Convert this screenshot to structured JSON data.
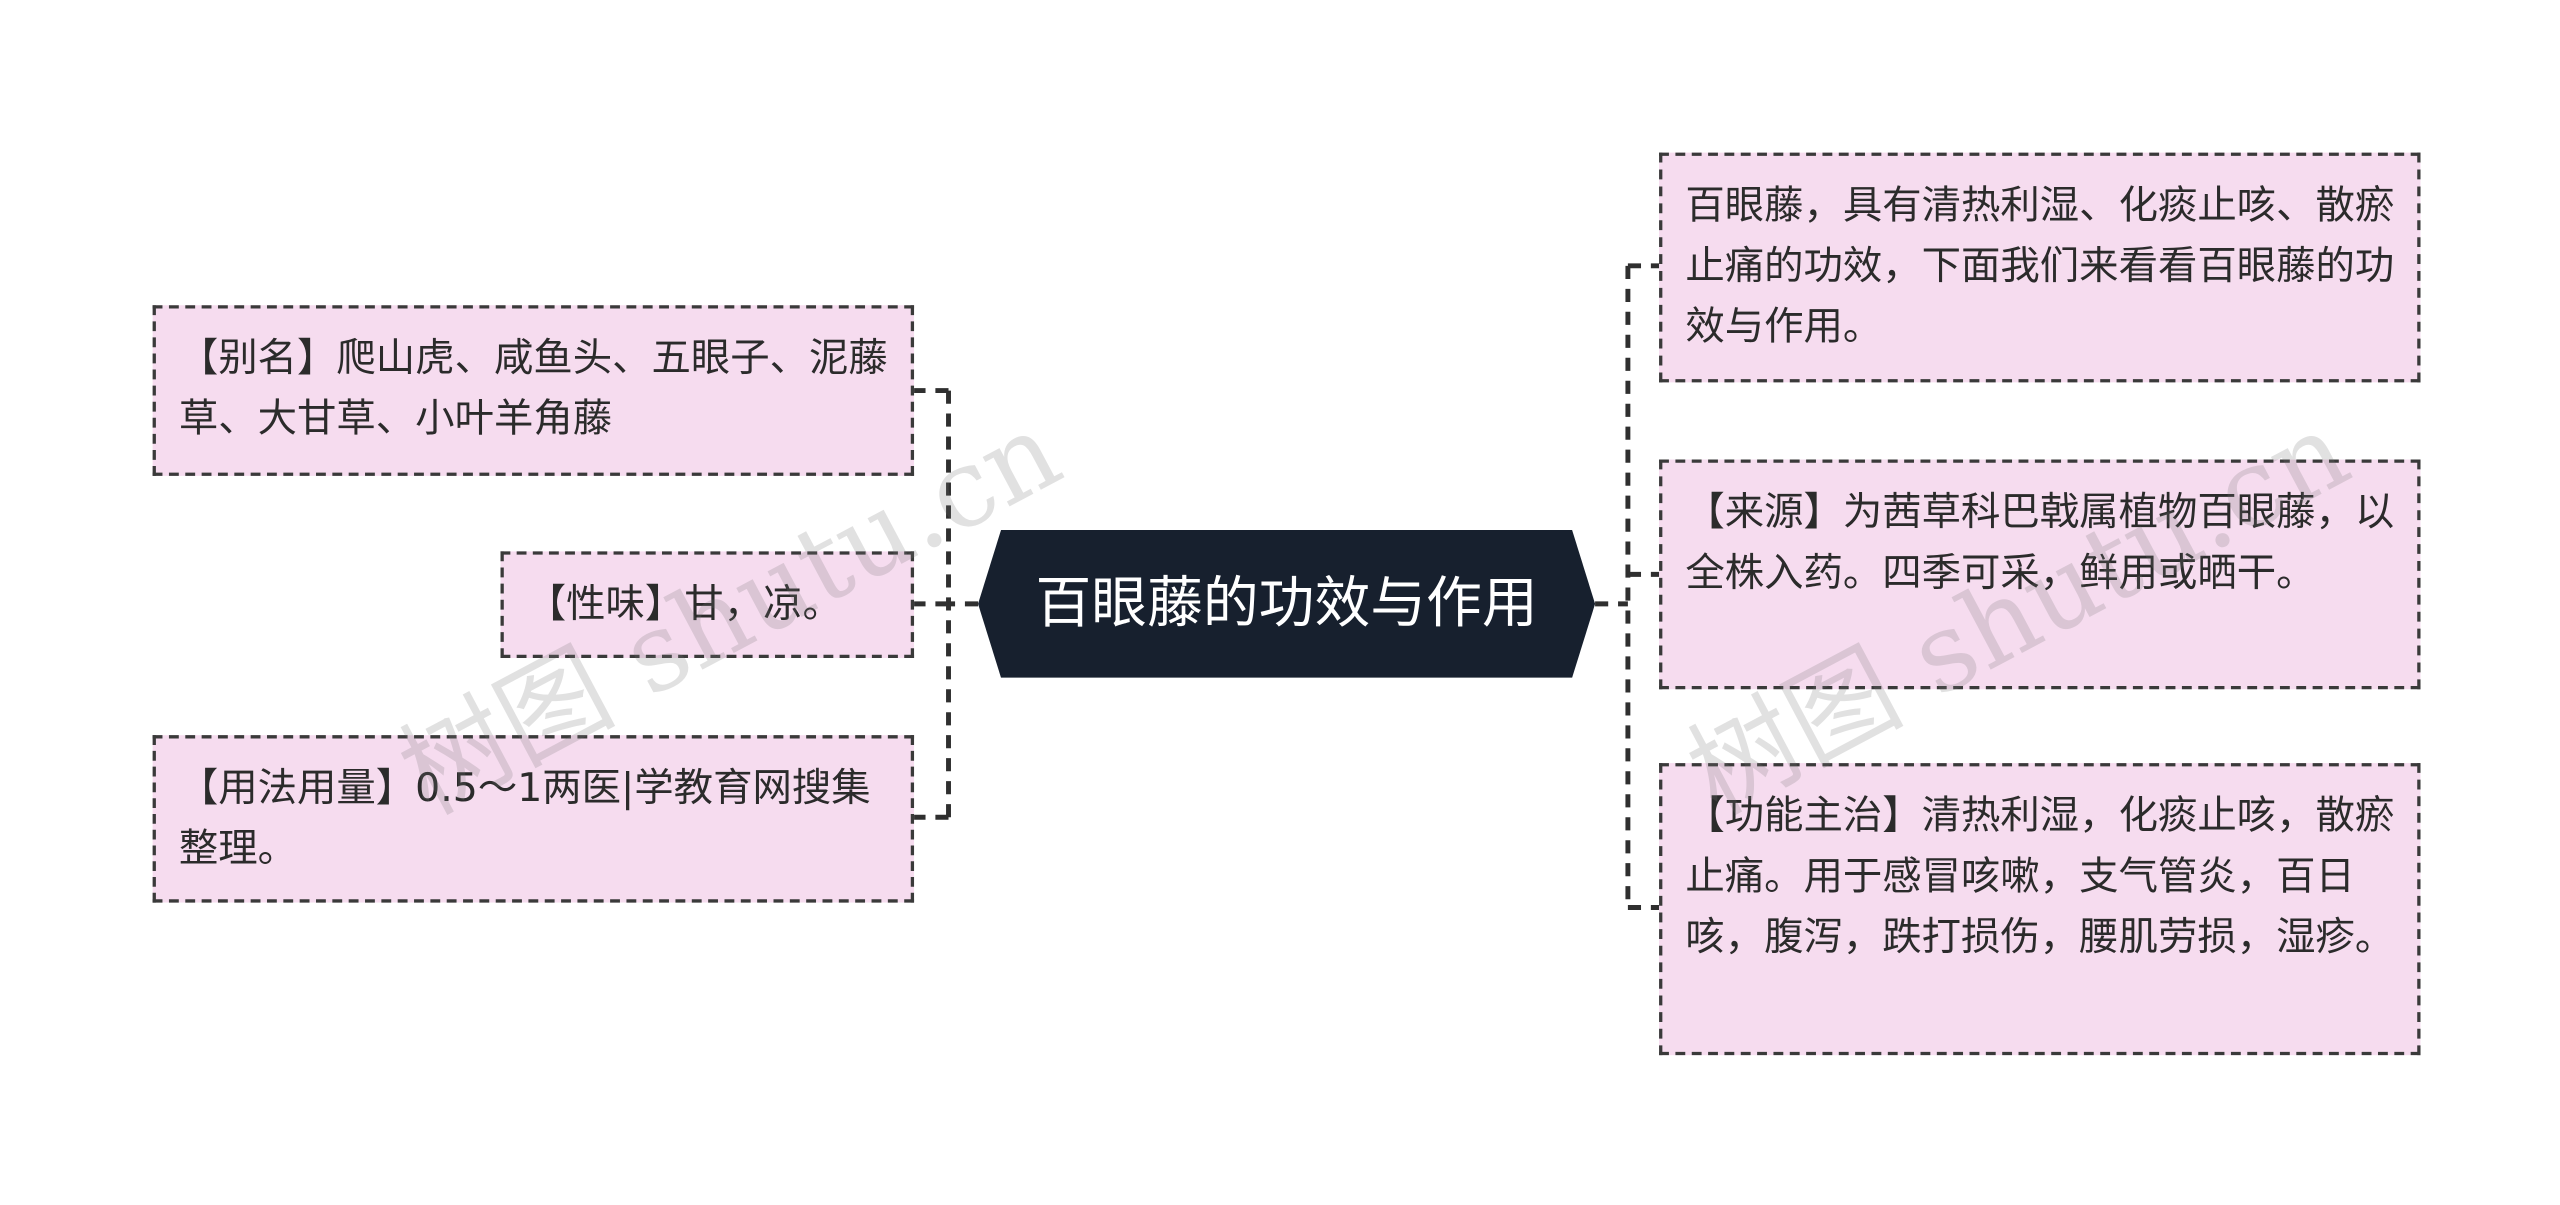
{
  "center": {
    "title": "百眼藤的功效与作用"
  },
  "left_nodes": [
    {
      "text": "【别名】爬山虎、咸鱼头、五眼子、泥藤草、大甘草、小叶羊角藤"
    },
    {
      "text": "【性味】甘，凉。"
    },
    {
      "text": "【用法用量】0.5～1两医|学教育网搜集整理。"
    }
  ],
  "right_nodes": [
    {
      "text": "百眼藤，具有清热利湿、化痰止咳、散瘀止痛的功效，下面我们来看看百眼藤的功效与作用。"
    },
    {
      "text": "【来源】为茜草科巴戟属植物百眼藤，以全株入药。四季可采，鲜用或晒干。"
    },
    {
      "text": "【功能主治】清热利湿，化痰止咳，散瘀止痛。用于感冒咳嗽，支气管炎，百日咳，腹泻，跌打损伤，腰肌劳损，湿疹。"
    }
  ],
  "watermarks": [
    "树图 shutu.cn",
    "树图 shutu.cn"
  ],
  "colors": {
    "center_fill": "#17202e",
    "node_fill": "#f6dcef",
    "node_border": "#3a3a3a",
    "connector": "#2f2f2f"
  }
}
